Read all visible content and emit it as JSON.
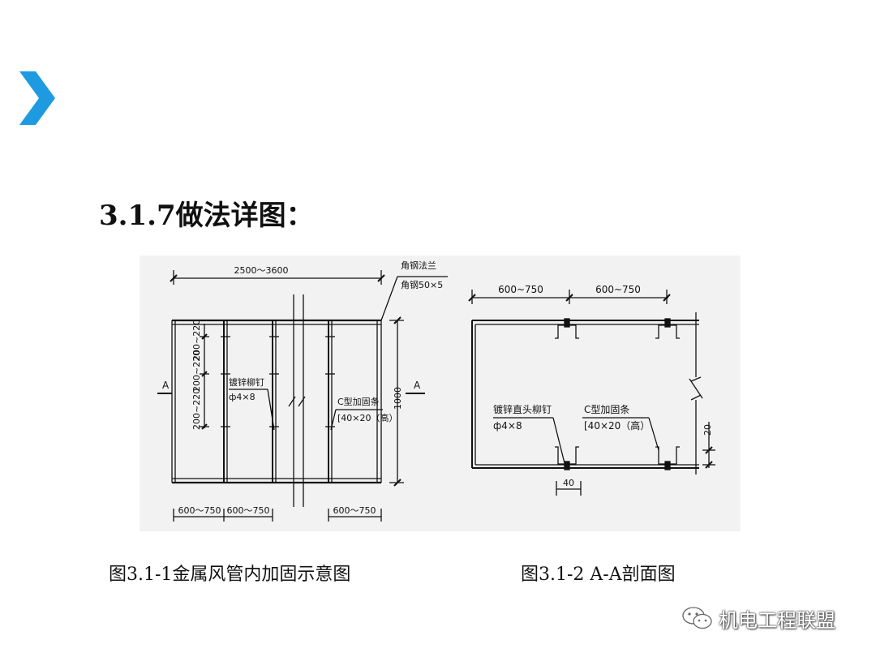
{
  "slide": {
    "accent_color": "#1e9be0",
    "marker_icon": "chevron-right-icon",
    "title": "3.1.7做法详图："
  },
  "figure_left": {
    "dim_total": "2500～3600",
    "flange_label_1": "角钢法兰",
    "flange_label_2": "角钢50×5",
    "section_mark_left": "A",
    "section_mark_right": "A",
    "dim_spacing_top": "200~220",
    "dim_spacing_mid": "200~220",
    "dim_spacing_bottom": "200~220",
    "rivet_label_1": "镀锌柳钉",
    "rivet_label_2": "ф4×8",
    "cbar_label_1": "C型加固条",
    "cbar_label_2": "[40×20（高）",
    "dim_height": "1000",
    "dim_bottom_1": "600～750",
    "dim_bottom_2": "600～750",
    "dim_bottom_3": "600～750"
  },
  "figure_right": {
    "dim_top_1": "600~750",
    "dim_top_2": "600~750",
    "rivet_label_1": "镀锌直头柳钉",
    "rivet_label_2": "ф4×8",
    "cbar_label_1": "C型加固条",
    "cbar_label_2": "[40×20（高）",
    "dim_side": "20",
    "dim_bottom": "40"
  },
  "captions": {
    "left": "图3.1-1金属风管内加固示意图",
    "right": "图3.1-2  A-A剖面图"
  },
  "watermark": {
    "icon": "wechat-icon",
    "text": "机电工程联盟"
  }
}
